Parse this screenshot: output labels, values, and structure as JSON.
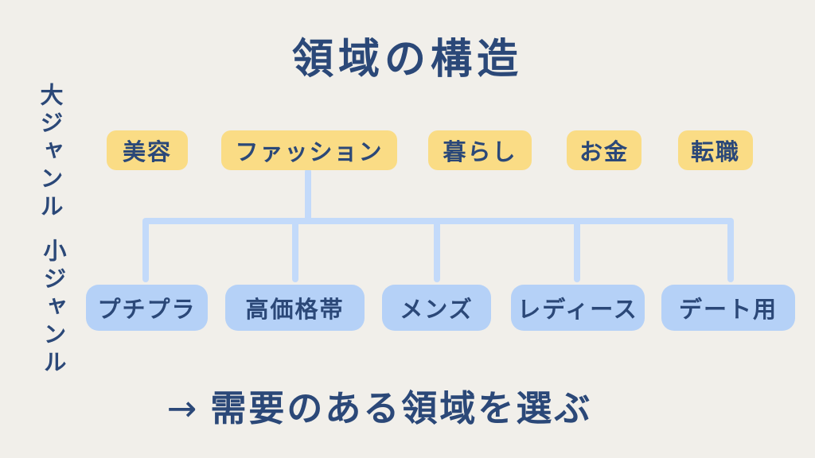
{
  "title": "領域の構造",
  "side_labels": {
    "major": "大ジャンル",
    "minor": "小ジャンル"
  },
  "genres": {
    "major": [
      {
        "label": "美容"
      },
      {
        "label": "ファッション"
      },
      {
        "label": "暮らし"
      },
      {
        "label": "お金"
      },
      {
        "label": "転職"
      }
    ],
    "minor": [
      {
        "label": "プチプラ"
      },
      {
        "label": "高価格帯"
      },
      {
        "label": "メンズ"
      },
      {
        "label": "レディース"
      },
      {
        "label": "デート用"
      }
    ]
  },
  "hierarchy": {
    "parent": "ファッション",
    "children": [
      "プチプラ",
      "高価格帯",
      "メンズ",
      "レディース",
      "デート用"
    ]
  },
  "footer": {
    "arrow": "→",
    "text": "需要のある領域を選ぶ"
  },
  "colors": {
    "background": "#F1EFEA",
    "major_box": "#FADC85",
    "minor_box": "#B5D1F7",
    "connector": "#C3DAFA",
    "text": "#2B4878"
  }
}
